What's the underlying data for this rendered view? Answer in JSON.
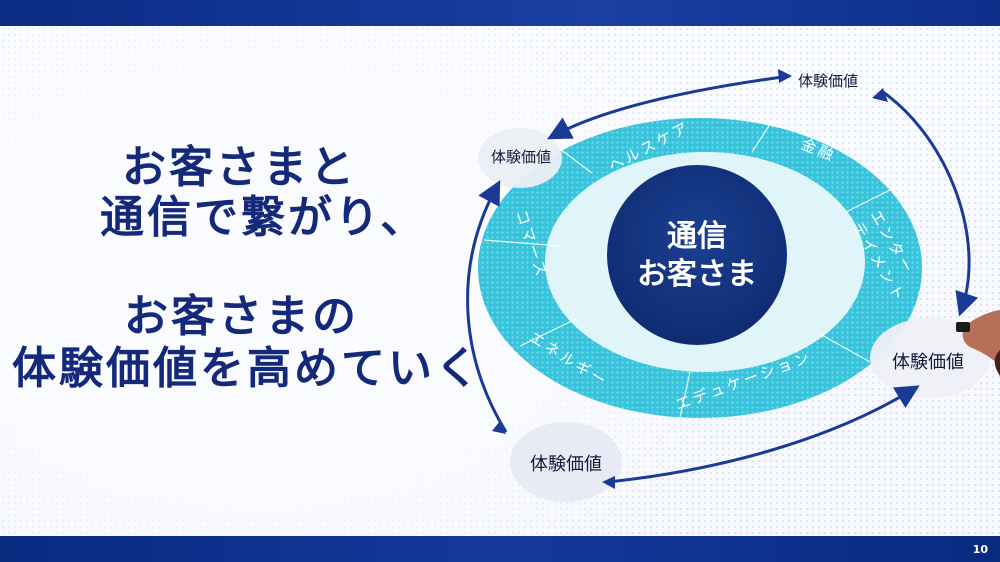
{
  "headline": {
    "line1": "お客さまと",
    "line2": "通信で繋がり、",
    "line3": "お客さまの",
    "line4": "体験価値を高めていく"
  },
  "center": {
    "line1": "通信",
    "line2": "お客さま"
  },
  "segments": {
    "healthcare": "ヘルスケア",
    "finance": "金融",
    "entertainment_line1": "エンター",
    "entertainment_line2": "テイメント",
    "education": "エデュケーション",
    "energy": "エネルギー",
    "commerce": "コマース"
  },
  "value_labels": {
    "top_right": "体験価値",
    "left": "体験価値",
    "right": "体験価値",
    "bottom": "体験価値"
  },
  "page_number": "10",
  "colors": {
    "navy": "#15297a",
    "ring": "#34c4dc",
    "core": "#12337e",
    "arrow": "#1a3a95"
  }
}
